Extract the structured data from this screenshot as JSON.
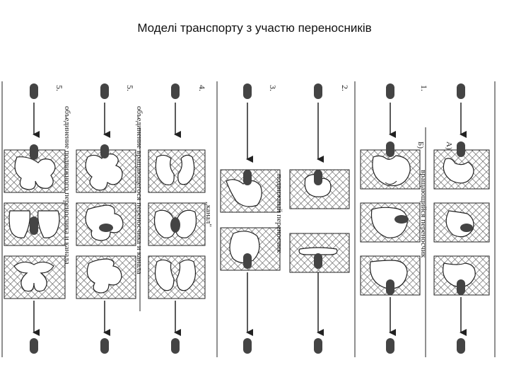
{
  "title": "Моделі транспорту з участю переносників",
  "colors": {
    "ink": "#222222",
    "membrane_fill": "#ffffff",
    "hatch": "#555555",
    "carrier_fill": "#ffffff"
  },
  "models": [
    {
      "number": "1.",
      "sub_labels": [
        "А)",
        "Б)"
      ],
      "caption": "вращающийся переносчик"
    },
    {
      "number": "2.",
      "sub_labels": [],
      "caption": "подвижный переносчик"
    },
    {
      "number": "3.",
      "sub_labels": [],
      "caption": "„канал\""
    },
    {
      "number": "4.",
      "sub_labels": [],
      "caption": "объединение вращающегося переносчика и канала"
    },
    {
      "number": "5.",
      "sub_labels": [],
      "caption": "объединение подвижного переносчика и канала"
    }
  ]
}
